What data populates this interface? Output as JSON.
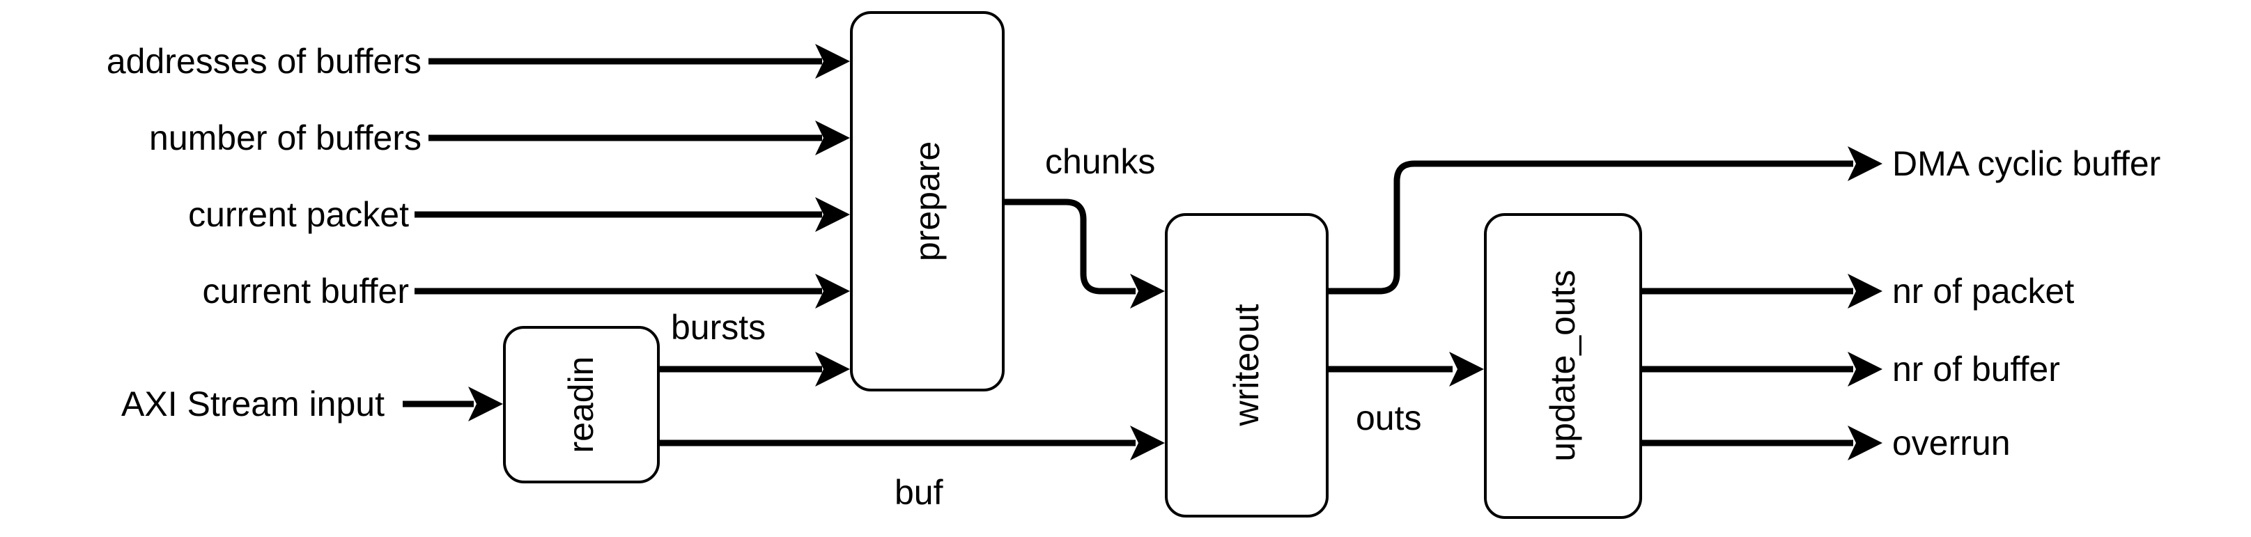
{
  "colors": {
    "stroke": "#000000",
    "background": "#ffffff"
  },
  "blocks": {
    "prepare": "prepare",
    "readin": "readin",
    "writeout": "writeout",
    "update_outs": "update_outs"
  },
  "inputs": {
    "addresses_of_buffers": "addresses of buffers",
    "number_of_buffers": "number of buffers",
    "current_packet": "current packet",
    "current_buffer": "current buffer",
    "axi_stream_input": "AXI Stream input"
  },
  "signals": {
    "bursts": "bursts",
    "chunks": "chunks",
    "buf": "buf",
    "outs": "outs"
  },
  "outputs": {
    "dma_cyclic_buffer": "DMA cyclic buffer",
    "nr_of_packet": "nr of packet",
    "nr_of_buffer": "nr of buffer",
    "overrun": "overrun"
  }
}
